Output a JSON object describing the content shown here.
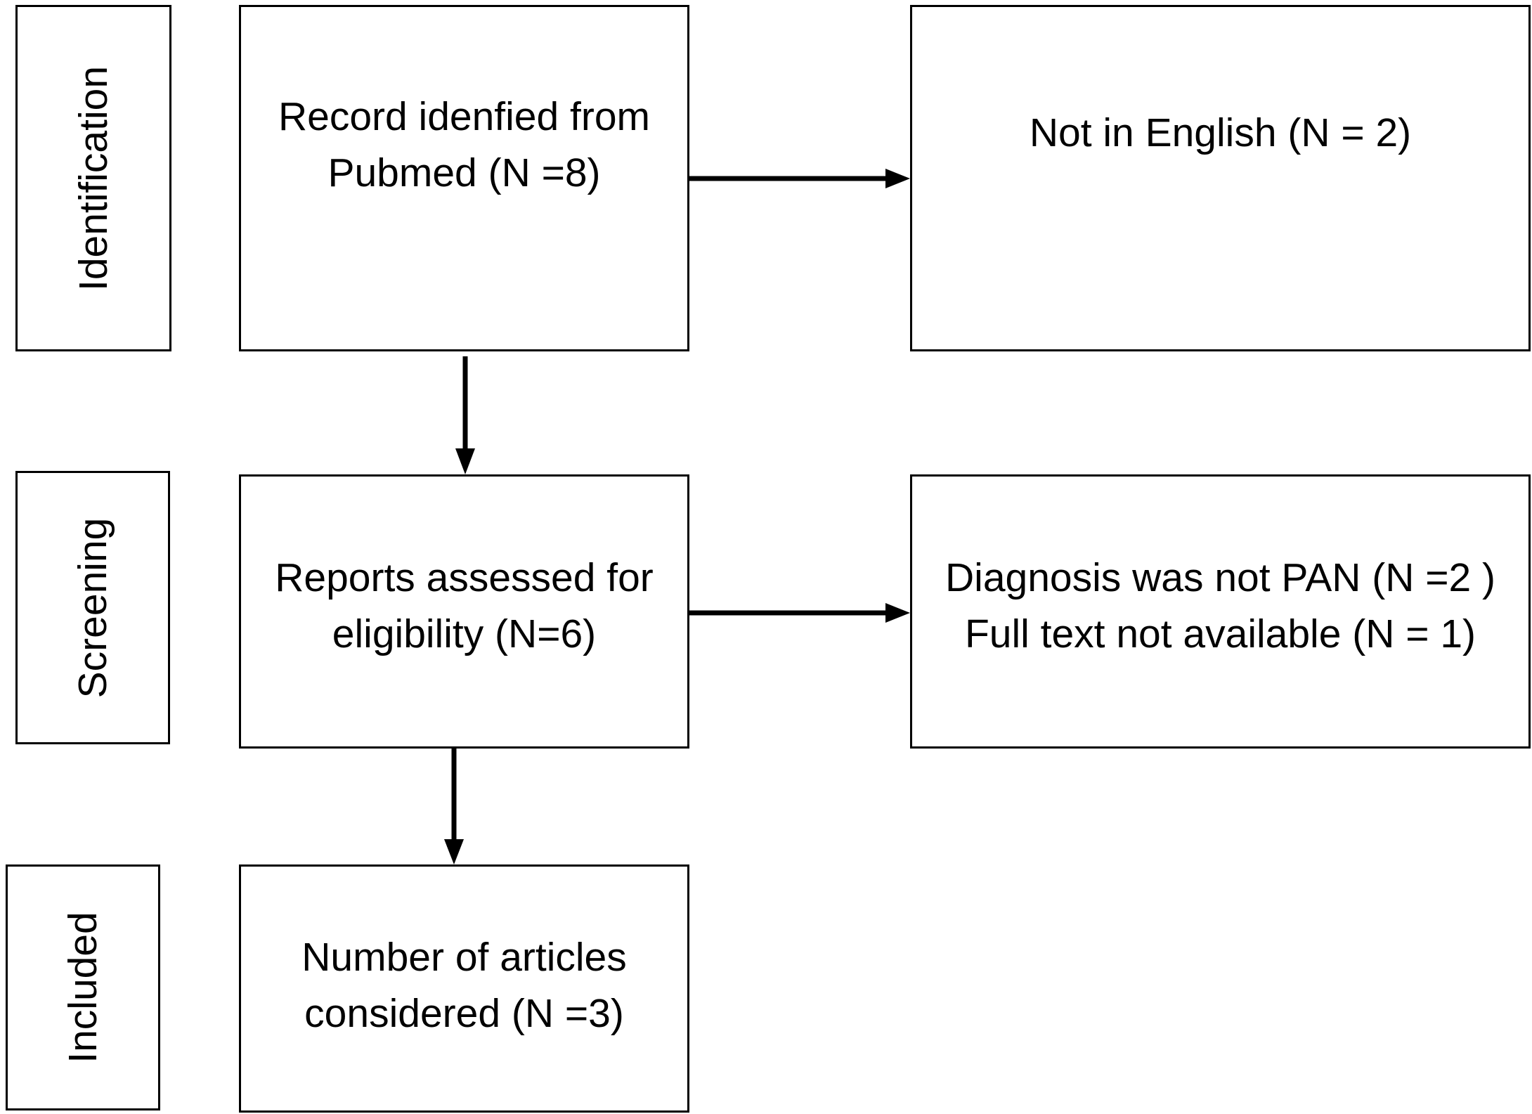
{
  "stages": {
    "identification": "Identification",
    "screening": "Screening",
    "included": "Included"
  },
  "boxes": {
    "identified": "Record idenfied from\nPubmed (N =8)",
    "not_english": "Not in English (N = 2)",
    "assessed": "Reports assessed for\neligibility (N=6)",
    "excluded": "Diagnosis was not PAN (N =2 )\nFull text not available (N = 1)",
    "included": "Number of articles\nconsidered (N =3)"
  },
  "colors": {
    "stroke": "#000000",
    "background": "#ffffff"
  }
}
